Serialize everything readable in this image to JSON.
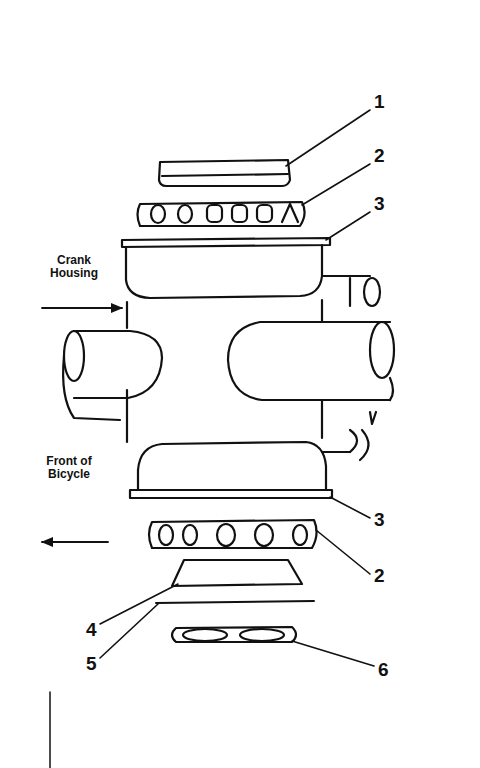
{
  "diagram": {
    "labels": [
      "1",
      "2",
      "3",
      "Crank Housing",
      "Front of Bicycle",
      "3",
      "2",
      "4",
      "5",
      "6"
    ]
  }
}
